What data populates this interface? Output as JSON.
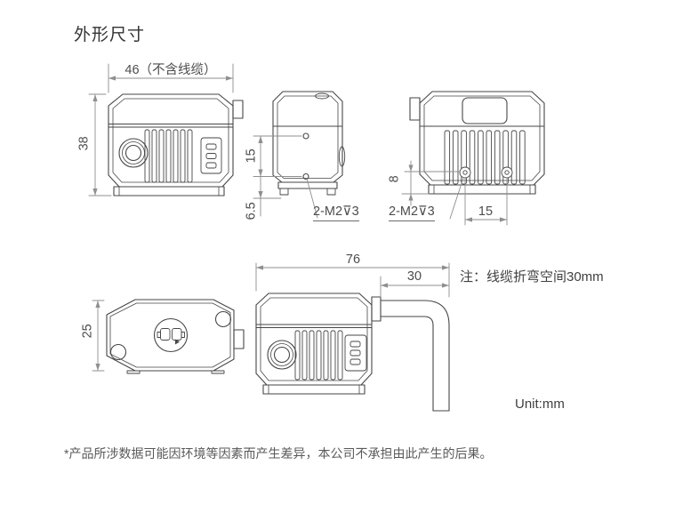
{
  "page": {
    "title": "外形尺寸",
    "note": "注：线缆折弯空间30mm",
    "unit": "Unit:mm",
    "footer": "*产品所涉数据可能因环境等因素而产生差异，本公司不承担由此产生的后果。"
  },
  "dims": {
    "front_width": "46（不含线缆）",
    "front_height": "38",
    "side_hole_spacing": "15",
    "side_hole_offset": "6.5",
    "side_thread": "2-M2⊽3",
    "rear_hole_offset": "8",
    "rear_thread": "2-M2⊽3",
    "rear_hole_spacing": "15",
    "top_depth": "25",
    "overall_length": "76",
    "cable_bend": "30"
  },
  "colors": {
    "outline": "#464646",
    "dimension_line": "#8f8f8f",
    "text": "#4d4d4d"
  }
}
